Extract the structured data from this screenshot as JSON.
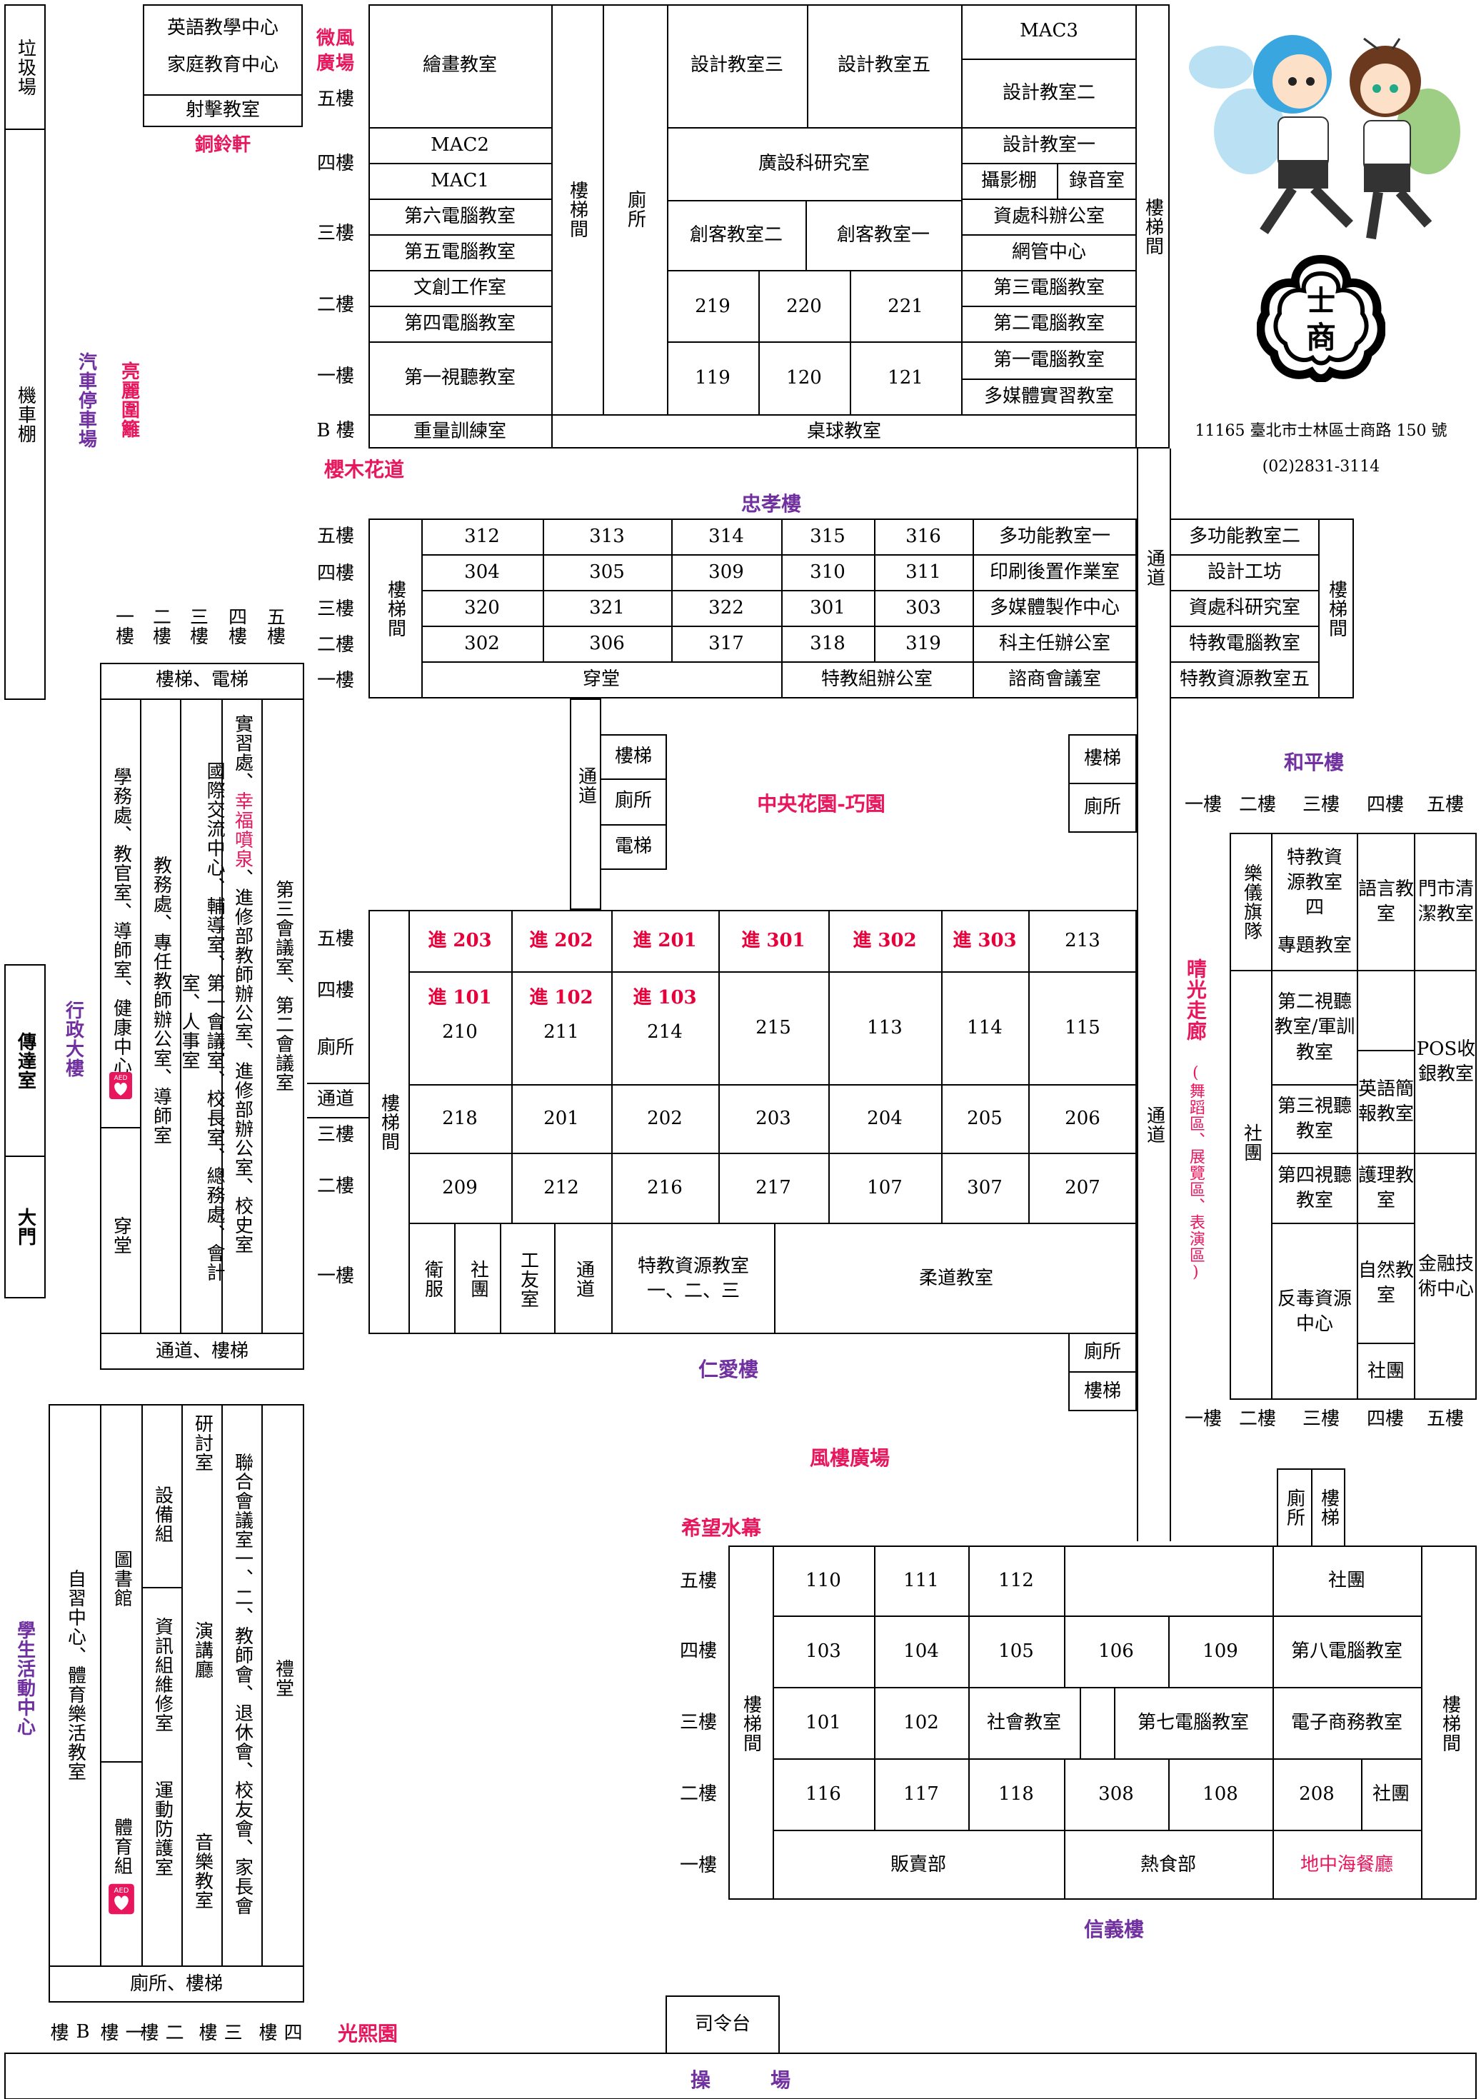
{
  "colors": {
    "pink": "#e8175d",
    "purple": "#7030a0",
    "red": "#e8003a",
    "text": "#000000"
  },
  "address": "11165 臺北市士林區士商路 150 號",
  "phone": "(02)2831-3114",
  "logo": {
    "label": "士商"
  },
  "places": {
    "garbage": "垃圾場",
    "scooter": "機車棚",
    "guard": "傳達室",
    "gate": "大門",
    "car_park": "汽車停車場",
    "fence": "亮麗圍籬",
    "admin": "行政大樓",
    "student_center": "學生活動中心",
    "breeze_plaza": "微風廣場",
    "bell": "銅鈴軒",
    "cherry": "櫻木花道",
    "zhongxiao": "忠孝樓",
    "central_garden": "中央花園-巧園",
    "renai": "仁愛樓",
    "heping": "和平樓",
    "sunny": "晴光走廊",
    "sunny_sub": "(舞蹈區、展覽區、表演區)",
    "wind_plaza": "風樓廣場",
    "hope": "希望水幕",
    "xinyi": "信義樓",
    "guangxi": "光熙園",
    "stage": "司令台",
    "field": "操　　　場"
  },
  "north": {
    "english": "英語教學中心",
    "family": "家庭教育中心",
    "shooting": "射擊教室",
    "floors": [
      "五樓",
      "四樓",
      "三樓",
      "二樓",
      "一樓",
      "B 樓"
    ],
    "drawing": "繪畫教室",
    "mac2": "MAC2",
    "mac1": "MAC1",
    "pc6": "第六電腦教室",
    "pc5": "第五電腦教室",
    "wenchuang": "文創工作室",
    "pc4": "第四電腦教室",
    "av1": "第一視聽教室",
    "weight": "重量訓練室",
    "stair": "樓梯間",
    "toilet": "廁所",
    "design3": "設計教室三",
    "design5": "設計教室五",
    "guangshe": "廣設科研究室",
    "maker2": "創客教室二",
    "maker1": "創客教室一",
    "r219": "219",
    "r220": "220",
    "r221": "221",
    "r119": "119",
    "r120": "120",
    "r121": "121",
    "pingpong": "桌球教室",
    "mac3": "MAC3",
    "design2": "設計教室二",
    "design1": "設計教室一",
    "photo": "攝影棚",
    "record": "錄音室",
    "dataoffice": "資處科辦公室",
    "net": "網管中心",
    "pc3": "第三電腦教室",
    "pc2": "第二電腦教室",
    "pc1": "第一電腦教室",
    "multimedia": "多媒體實習教室"
  },
  "zhongxiao_bldg": {
    "floors": [
      "五樓",
      "四樓",
      "三樓",
      "二樓",
      "一樓"
    ],
    "stair": "樓梯間",
    "passage": "通道",
    "rows": [
      [
        "312",
        "313",
        "314",
        "315",
        "316",
        "多功能教室一"
      ],
      [
        "304",
        "305",
        "309",
        "310",
        "311",
        "印刷後置作業室"
      ],
      [
        "320",
        "321",
        "322",
        "301",
        "303",
        "多媒體製作中心"
      ],
      [
        "302",
        "306",
        "317",
        "318",
        "319",
        "科主任辦公室"
      ]
    ],
    "hall": "穿堂",
    "special_group": "特教組辦公室",
    "counsel_meet": "諮商會議室",
    "east": [
      "多功能教室二",
      "設計工坊",
      "資處科研究室",
      "特教電腦教室",
      "特教資源教室五"
    ],
    "admin_floors": [
      "一樓",
      "二樓",
      "三樓",
      "四樓",
      "五樓"
    ]
  },
  "admin_bldg": {
    "stair_elev": "樓梯、電梯",
    "c1": "學務處、教官室、導師室、健康中心",
    "hall": "穿堂",
    "c2": "教務處、專任教師辦公室、導師室",
    "c3": "國際交流中心、輔導室、第一會議室、校長室、總務處、會計室、人事室",
    "c4a": "實習處、",
    "c4b": "幸福噴泉",
    "c4c": "、進修部教師辦公室、進修部辦公室、校史室",
    "c5": "第三會議室、第二會議室",
    "passage_stair": "通道、樓梯",
    "aed": "AED"
  },
  "center": {
    "stair": "樓梯",
    "toilet": "廁所",
    "elevator": "電梯",
    "passage": "通道"
  },
  "renai_bldg": {
    "floors": [
      "五樓",
      "四樓",
      "廁所",
      "通道",
      "三樓",
      "二樓",
      "一樓"
    ],
    "stair": "樓梯間",
    "row5": [
      "進 203",
      "進 202",
      "進 201",
      "進 301",
      "進 302",
      "進 303",
      "213"
    ],
    "row4_top": [
      "進 101",
      "進 102",
      "進 103"
    ],
    "row4": [
      "210",
      "211",
      "214",
      "215",
      "113",
      "114",
      "115"
    ],
    "row3": [
      "218",
      "201",
      "202",
      "203",
      "204",
      "205",
      "206"
    ],
    "row2": [
      "209",
      "212",
      "216",
      "217",
      "107",
      "307",
      "207"
    ],
    "uniform": "衛服",
    "club": "社團",
    "worker": "工友室",
    "passage": "通道",
    "special": "特教資源教室\n一、二、三",
    "judo": "柔道教室",
    "toilet": "廁所",
    "stair2": "樓梯",
    "passage_v": "通道"
  },
  "heping_bldg": {
    "floors_top": [
      "一樓",
      "二樓",
      "三樓",
      "四樓",
      "五樓"
    ],
    "floors_bottom": [
      "一樓",
      "二樓",
      "三樓",
      "四樓",
      "五樓"
    ],
    "band": "樂儀旗隊",
    "club": "社團",
    "special4": "特教資源教室四",
    "topic": "專題教室",
    "av2": "第二視聽教室/軍訓教室",
    "av3": "第三視聽教室",
    "av4": "第四視聽教室",
    "anti": "反毒資源中心",
    "lang": "語言教室",
    "eng": "英語簡報教室",
    "care": "護理教室",
    "nature": "自然教室",
    "club2": "社團",
    "clean": "門市清潔教室",
    "pos": "POS收銀教室",
    "finance": "金融技術中心"
  },
  "student_bldg": {
    "study": "自習中心、體育樂活教室",
    "library": "圖書館",
    "sports": "體育組",
    "equip": "設備組",
    "it": "資訊組維修室",
    "sportprot": "運動防護室",
    "seminar": "研討室",
    "lecture": "演講廳",
    "music": "音樂教室",
    "joint": "聯合會議室一、二、教師會、退休會、校友會、家長會",
    "auditorium": "禮堂",
    "toilet_stair": "廁所、樓梯",
    "floors": [
      "B樓",
      "一樓",
      "二樓",
      "三樓",
      "四樓"
    ],
    "aed": "AED"
  },
  "xinyi_bldg": {
    "toilet": "廁所",
    "stair": "樓梯",
    "floors": [
      "五樓",
      "四樓",
      "三樓",
      "二樓",
      "一樓"
    ],
    "stairroom": "樓梯間",
    "r5": [
      "110",
      "111",
      "112"
    ],
    "club5": "社團",
    "r4": [
      "103",
      "104",
      "105",
      "106",
      "109"
    ],
    "pc8": "第八電腦教室",
    "r3": [
      "101",
      "102"
    ],
    "social": "社會教室",
    "pc7": "第七電腦教室",
    "ecommerce": "電子商務教室",
    "r2": [
      "116",
      "117",
      "118",
      "308",
      "108",
      "208"
    ],
    "club2": "社團",
    "shop": "販賣部",
    "food": "熱食部",
    "med": "地中海餐廳"
  }
}
